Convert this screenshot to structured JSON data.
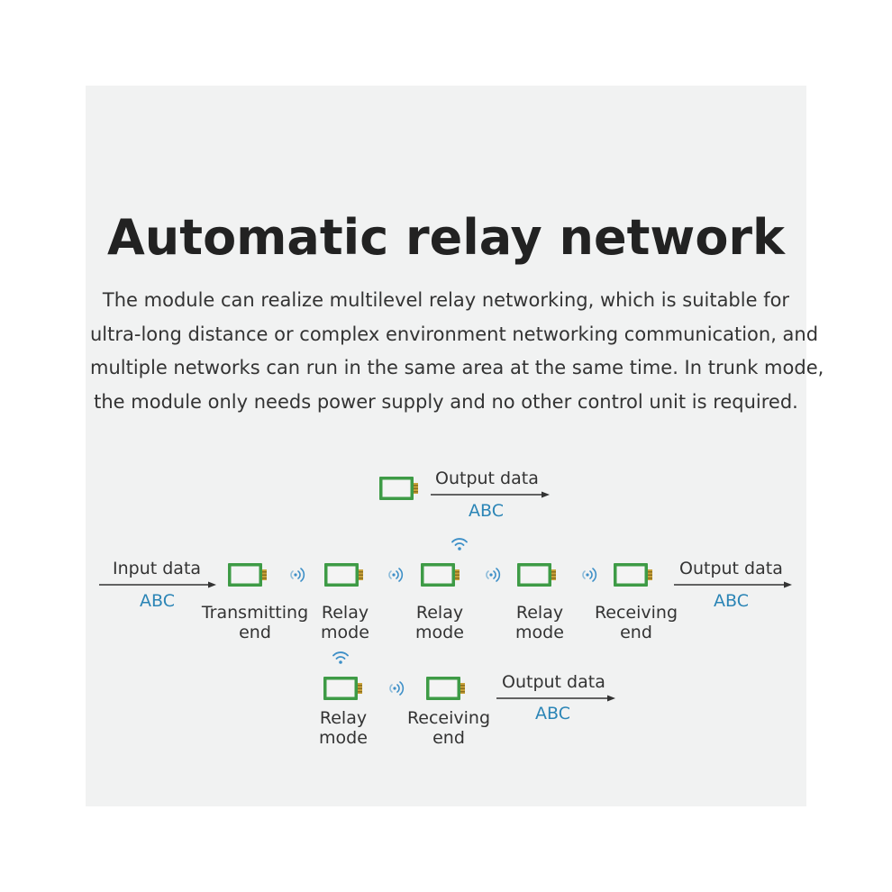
{
  "title": "Automatic relay network",
  "description": [
    "The module can realize multilevel relay networking, which is suitable for",
    "ultra-long distance or complex environment networking communication, and",
    "multiple networks can run in the same area at the same time. In trunk mode,",
    "the module only needs power supply and no other control unit is required."
  ],
  "colors": {
    "panel_bg": "#f1f2f2",
    "module_green": "#3e9b46",
    "module_pin": "#c9a23a",
    "signal_blue": "#3d8fc7",
    "abc_blue": "#2b85b6"
  },
  "flows": {
    "input": {
      "label": "Input data",
      "value": "ABC"
    },
    "output_main": {
      "label": "Output data",
      "value": "ABC"
    },
    "output_top": {
      "label": "Output data",
      "value": "ABC"
    },
    "output_bottom": {
      "label": "Output data",
      "value": "ABC"
    }
  },
  "nodes": {
    "transmitting": {
      "line1": "Transmitting",
      "line2": "end"
    },
    "relay1": {
      "line1": "Relay",
      "line2": "mode"
    },
    "relay2": {
      "line1": "Relay",
      "line2": "mode"
    },
    "relay3": {
      "line1": "Relay",
      "line2": "mode"
    },
    "receiving": {
      "line1": "Receiving",
      "line2": "end"
    },
    "relay_bottom": {
      "line1": "Relay",
      "line2": "mode"
    },
    "receiving_bottom": {
      "line1": "Receiving",
      "line2": "end"
    }
  },
  "icons": {
    "module": "rf-module-icon",
    "signal": "radio-wave-icon",
    "wifi": "wifi-signal-icon",
    "arrow": "arrow-right-icon"
  }
}
